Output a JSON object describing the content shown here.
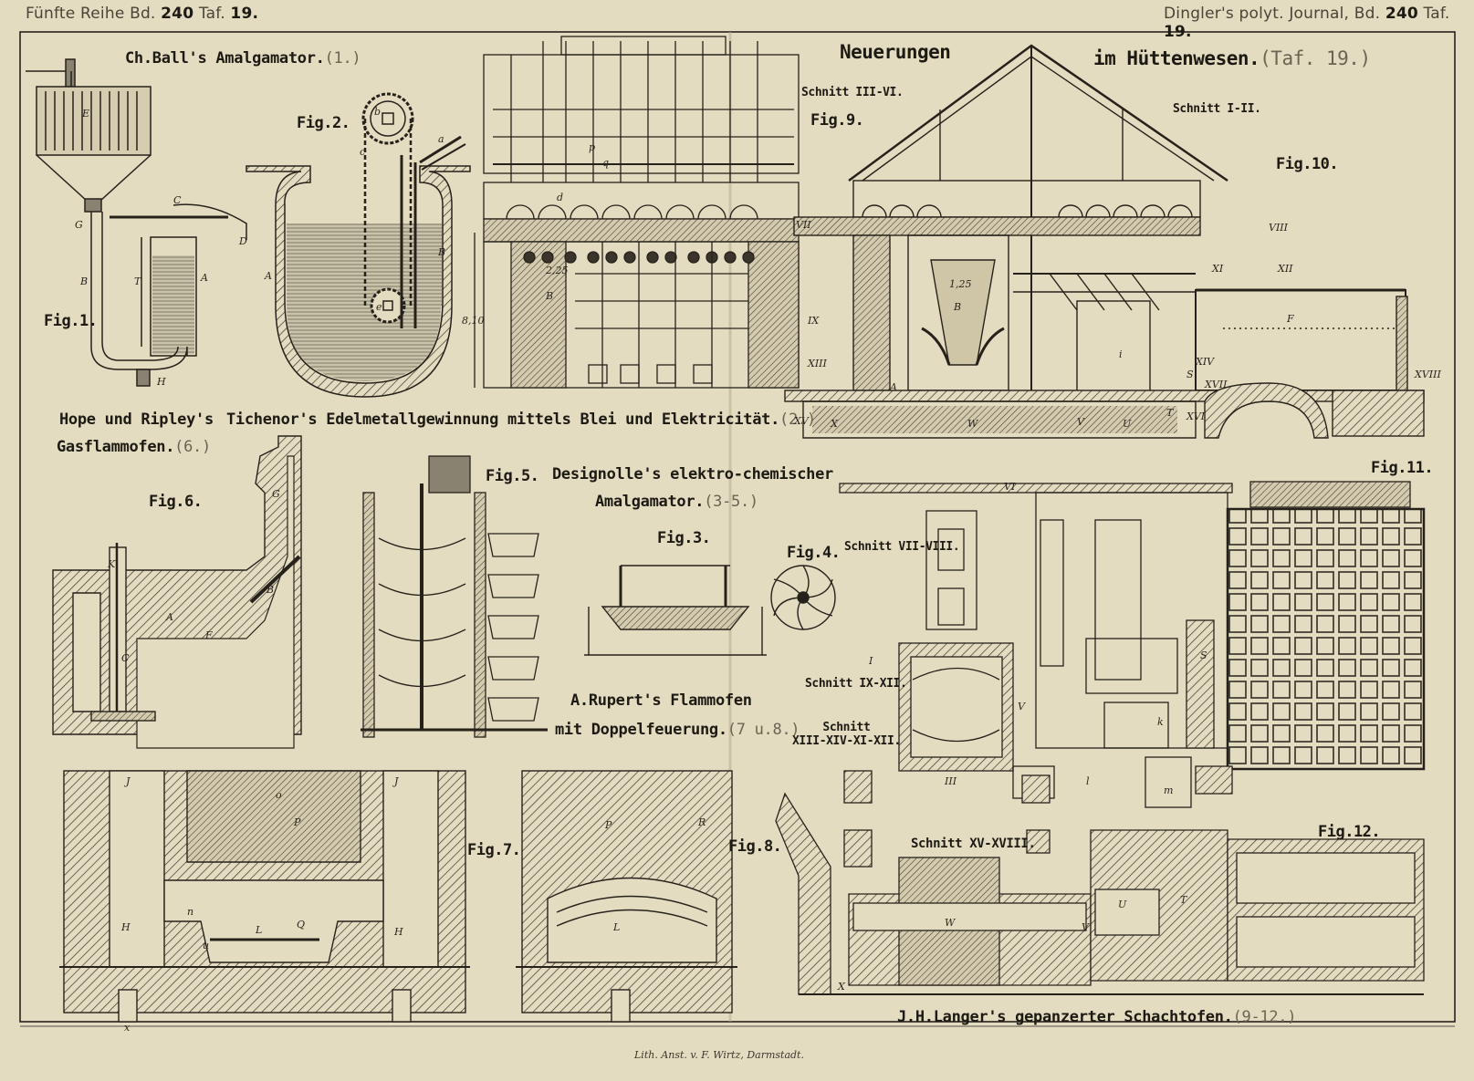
{
  "header": {
    "left_prefix": "Fünfte Reihe Bd.",
    "left_vol": "240",
    "left_suffix": "Taf.",
    "left_plate": "19.",
    "right_prefix": "Dingler's polyt. Journal, Bd.",
    "right_vol": "240",
    "right_suffix": "Taf.",
    "right_plate": "19."
  },
  "title": {
    "part1": "Neuerungen",
    "part2": "im Hüttenwesen.",
    "ref": "(Taf. 19.)"
  },
  "captions": {
    "ball": "Ch.Ball's Amalgamator.",
    "ball_ref": "(1.)",
    "hope_line1": "Hope und Ripley's",
    "hope_line2": "Gasflammofen.",
    "hope_ref": "(6.)",
    "tichenor": "Tichenor's Edelmetallgewinnung mittels Blei und Elektricität.",
    "tichenor_ref": "(2.)",
    "designolle_line1": "Designolle's elektro-chemischer",
    "designolle_line2": "Amalgamator.",
    "designolle_ref": "(3-5.)",
    "rupert_line1": "A.Rupert's Flammofen",
    "rupert_line2": "mit Doppelfeuerung.",
    "rupert_ref": "(7 u.8.)",
    "langer": "J.H.Langer's gepanzerter Schachtofen.",
    "langer_ref": "(9-12.)"
  },
  "figures": {
    "fig1": "Fig.1.",
    "fig2": "Fig.2.",
    "fig3": "Fig.3.",
    "fig4": "Fig.4.",
    "fig5": "Fig.5.",
    "fig6": "Fig.6.",
    "fig7": "Fig.7.",
    "fig8": "Fig.8.",
    "fig9": "Fig.9.",
    "fig10": "Fig.10.",
    "fig11": "Fig.11.",
    "fig12": "Fig.12."
  },
  "sections": {
    "s_3_6": "Schnitt III-VI.",
    "s_1_2": "Schnitt I-II.",
    "s_7_8": "Schnitt VII-VIII.",
    "s_9_12": "Schnitt IX-XII.",
    "s_13_line1": "Schnitt",
    "s_13_line2": "XIII-XIV-XI-XII.",
    "s_15_18": "Schnitt XV-XVIII."
  },
  "labels": {
    "E": "E",
    "G": "G",
    "C": "C",
    "D": "D",
    "B": "B",
    "T": "T",
    "A": "A",
    "H": "H",
    "b": "b",
    "a": "a",
    "c": "c",
    "e": "e",
    "d": "d",
    "p": "p",
    "q": "q",
    "o": "o",
    "K": "K",
    "F": "F",
    "J": "J",
    "L": "L",
    "Q": "Q",
    "n": "n",
    "u": "u",
    "P": "P",
    "R": "R",
    "x": "x",
    "W": "W",
    "V": "V",
    "U": "U",
    "X": "X",
    "S": "S",
    "k": "k",
    "l": "l",
    "m": "m",
    "i": "i",
    "dim_225": "2,25",
    "dim_810": "8,10",
    "dim_125": "1,25",
    "r7": "VII",
    "r8": "VIII",
    "r9": "IX",
    "r11": "XI",
    "r12": "XII",
    "r13": "XIII",
    "r14": "XIV",
    "r15": "XV",
    "r16": "XVI",
    "r17": "XVII",
    "r18": "XVIII",
    "r3": "III",
    "r6": "VI",
    "r1": "I"
  },
  "imprint": "Lith. Anst. v. F. Wirtz, Darmstadt.",
  "colors": {
    "paper": "#e4dcc1",
    "ink": "#26221b",
    "water": "#b9b8a6"
  }
}
